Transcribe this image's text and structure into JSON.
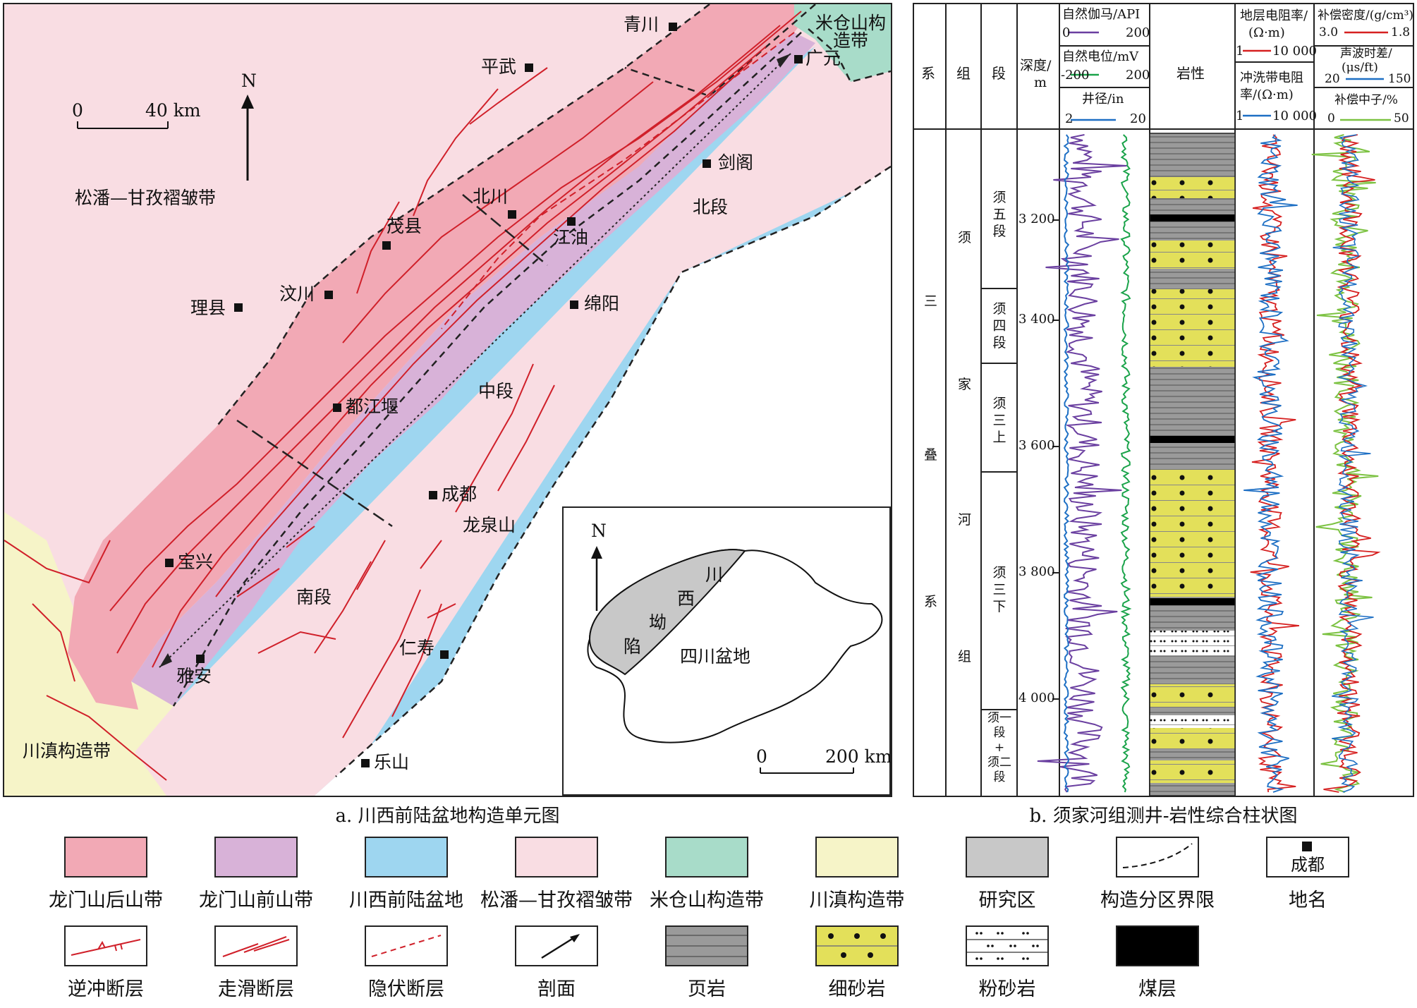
{
  "map": {
    "zones": {
      "songpan": "松潘—甘孜褶皱带",
      "micang": "米仓山构造带",
      "chuandian": "川滇构造带",
      "north": "北段",
      "middle": "中段",
      "south": "南段"
    },
    "scale": {
      "zero": "0",
      "value": "40 km"
    },
    "north_symbol": "N",
    "cities": {
      "qingchuan": "青川",
      "pingwu": "平武",
      "guangyuan": "广元",
      "jiange": "剑阁",
      "beichuan": "北川",
      "maoxian": "茂县",
      "jiangyou": "江油",
      "wenchuan": "汶川",
      "mianyang": "绵阳",
      "lixian": "理县",
      "dujiangyan": "都江堰",
      "chengdu": "成都",
      "longquanshan": "龙泉山",
      "baoxing": "宝兴",
      "yaan": "雅安",
      "renshou": "仁寿",
      "leshan": "乐山"
    },
    "inset": {
      "north": "N",
      "depression": [
        "川",
        "西",
        "坳",
        "陷"
      ],
      "basin": "四川盆地",
      "scale_zero": "0",
      "scale_value": "200 km"
    },
    "caption": "a. 川西前陆盆地构造单元图"
  },
  "column": {
    "headers": {
      "system": "系",
      "formation": "组",
      "member": "段",
      "depth": [
        "深度/",
        "m"
      ],
      "lithology": "岩性"
    },
    "curve_headers": {
      "gr": {
        "label": "自然伽马/API",
        "min": "0",
        "max": "200",
        "color": "#6a3fa0"
      },
      "sp": {
        "label": "自然电位/mV",
        "min": "-200",
        "max": "200",
        "color": "#1aa34a"
      },
      "cal": {
        "label": "井径/in",
        "min": "2",
        "max": "20",
        "color": "#1d6fc4"
      },
      "rt": {
        "label": [
          "地层电阻率/",
          "(Ω·m)"
        ],
        "min": "1",
        "max": "10 000",
        "color": "#d62020"
      },
      "rxo": {
        "label": [
          "冲洗带电阻",
          "率/(Ω·m)"
        ],
        "min": "1",
        "max": "10 000",
        "color": "#1d6fc4"
      },
      "den": {
        "label": "补偿密度/(g/cm³)",
        "min": "3.0",
        "max": "1.8",
        "color": "#d62020"
      },
      "ac": {
        "label": [
          "声波时差/",
          "(μs/ft)"
        ],
        "min": "20",
        "max": "150",
        "color": "#1d6fc4"
      },
      "cnl": {
        "label": "补偿中子/%",
        "min": "0",
        "max": "50",
        "color": "#7cc242"
      }
    },
    "system_name": [
      "三",
      "叠",
      "系"
    ],
    "formation_name": [
      "须",
      "家",
      "河",
      "组"
    ],
    "members": [
      {
        "name": [
          "须",
          "五",
          "段"
        ]
      },
      {
        "name": [
          "须",
          "四",
          "段"
        ]
      },
      {
        "name": [
          "须",
          "三",
          "上"
        ]
      },
      {
        "name": [
          "须",
          "三",
          "下"
        ]
      },
      {
        "name": [
          "须一",
          "段",
          "+",
          "须二",
          "段"
        ]
      }
    ],
    "depth_ticks": [
      "3 200",
      "3 400",
      "3 600",
      "3 800",
      "4 000"
    ],
    "caption": "b. 须家河组测井-岩性综合柱状图"
  },
  "legend": [
    {
      "label": "龙门山后山带",
      "kind": "fill",
      "color": "#f2a9b5"
    },
    {
      "label": "龙门山前山带",
      "kind": "fill",
      "color": "#d8b2d8"
    },
    {
      "label": "川西前陆盆地",
      "kind": "fill",
      "color": "#9ed6f0"
    },
    {
      "label": "松潘—甘孜褶皱带",
      "kind": "fill",
      "color": "#f9dde3"
    },
    {
      "label": "米仓山构造带",
      "kind": "fill",
      "color": "#a8dcc9"
    },
    {
      "label": "川滇构造带",
      "kind": "fill",
      "color": "#f6f4c8"
    },
    {
      "label": "研究区",
      "kind": "fill",
      "color": "#c8c8c8"
    },
    {
      "label": "构造分区界限",
      "kind": "boundary"
    },
    {
      "label": "地名",
      "kind": "placename",
      "sample": "成都"
    },
    {
      "label": "逆冲断层",
      "kind": "thrust"
    },
    {
      "label": "走滑断层",
      "kind": "strikeslip"
    },
    {
      "label": "隐伏断层",
      "kind": "hidden"
    },
    {
      "label": "剖面",
      "kind": "profile"
    },
    {
      "label": "页岩",
      "kind": "shale"
    },
    {
      "label": "细砂岩",
      "kind": "sandstone"
    },
    {
      "label": "粉砂岩",
      "kind": "siltstone"
    },
    {
      "label": "煤层",
      "kind": "coal"
    }
  ]
}
